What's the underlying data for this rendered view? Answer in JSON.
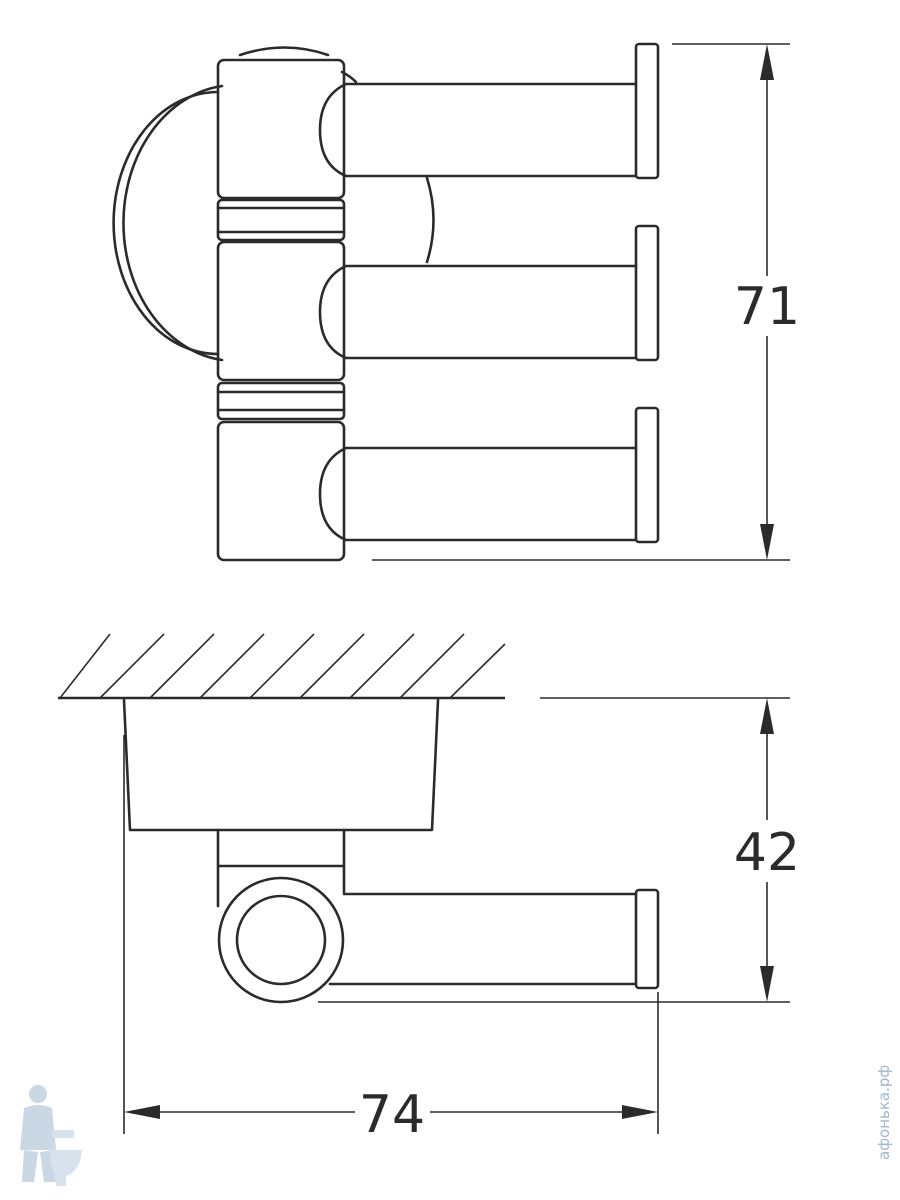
{
  "dimensions": {
    "height": "71",
    "depth": "42",
    "width": "74"
  },
  "watermark": {
    "text": "афонька.рф",
    "mascot_icon": "plumber-mascot-icon"
  },
  "colors": {
    "line": "#2b2b2b",
    "watermark": "#9fb7cf"
  }
}
